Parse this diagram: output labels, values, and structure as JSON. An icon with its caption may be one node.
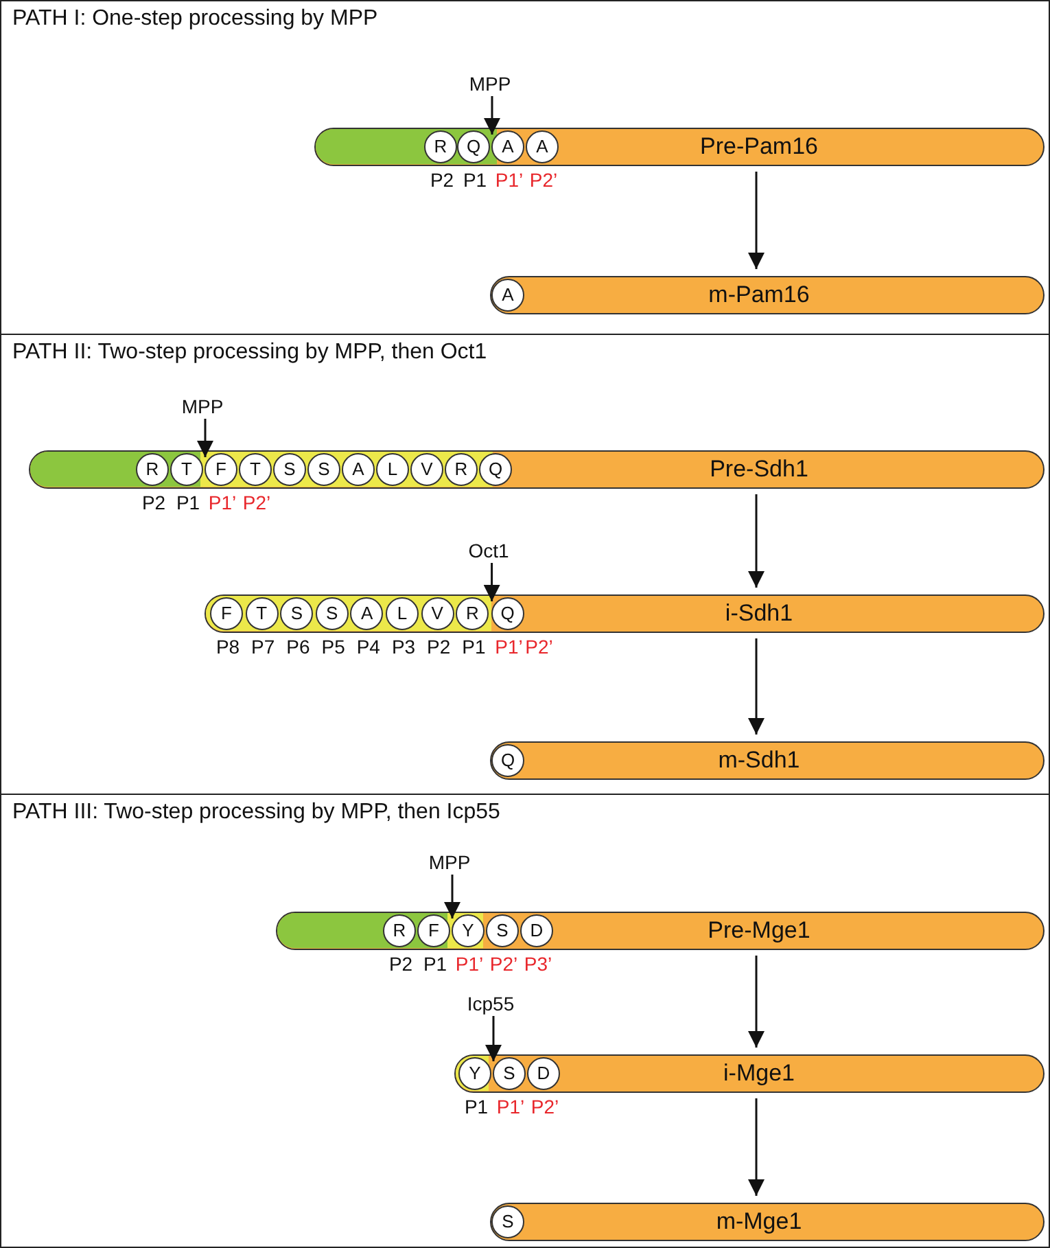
{
  "diagram": {
    "nodes": [
      {
        "text": [
          "PATH I: One-step processing by MPP"
        ]
      },
      {
        "text": [
          "MPP"
        ],
        "in": 0
      },
      {
        "text": [
          "Pre-Pam16"
        ],
        "in": 0
      },
      {
        "text": [
          "R"
        ],
        "in": 2,
        "beside": [
          "P2"
        ]
      },
      {
        "text": [
          "Q"
        ],
        "in": 2,
        "beside": [
          "P1"
        ]
      },
      {
        "text": [
          "A"
        ],
        "in": 2,
        "beside": [
          "P1’"
        ]
      },
      {
        "text": [
          "A"
        ],
        "in": 2,
        "beside": [
          "P2’"
        ]
      },
      {
        "text": [
          "m-Pam16"
        ],
        "in": 0
      },
      {
        "text": [
          "A"
        ],
        "in": 7
      },
      {
        "text": [
          "PATH II: Two-step processing by MPP, then Oct1"
        ]
      },
      {
        "text": [
          "MPP"
        ],
        "in": 9
      },
      {
        "text": [
          "Pre-Sdh1"
        ],
        "in": 9
      },
      {
        "text": [
          "R"
        ],
        "in": 11,
        "beside": [
          "P2"
        ]
      },
      {
        "text": [
          "T"
        ],
        "in": 11,
        "beside": [
          "P1"
        ]
      },
      {
        "text": [
          "F"
        ],
        "in": 11,
        "beside": [
          "P1’"
        ]
      },
      {
        "text": [
          "T"
        ],
        "in": 11,
        "beside": [
          "P2’"
        ]
      },
      {
        "text": [
          "S"
        ],
        "in": 11
      },
      {
        "text": [
          "S"
        ],
        "in": 11
      },
      {
        "text": [
          "A"
        ],
        "in": 11
      },
      {
        "text": [
          "L"
        ],
        "in": 11
      },
      {
        "text": [
          "V"
        ],
        "in": 11
      },
      {
        "text": [
          "R"
        ],
        "in": 11
      },
      {
        "text": [
          "Q"
        ],
        "in": 11
      },
      {
        "text": [
          "Oct1"
        ],
        "in": 9
      },
      {
        "text": [
          "i-Sdh1"
        ],
        "in": 9
      },
      {
        "text": [
          "F"
        ],
        "in": 24,
        "beside": [
          "P8"
        ]
      },
      {
        "text": [
          "T"
        ],
        "in": 24,
        "beside": [
          "P7"
        ]
      },
      {
        "text": [
          "S"
        ],
        "in": 24,
        "beside": [
          "P6"
        ]
      },
      {
        "text": [
          "S"
        ],
        "in": 24,
        "beside": [
          "P5"
        ]
      },
      {
        "text": [
          "A"
        ],
        "in": 24,
        "beside": [
          "P4"
        ]
      },
      {
        "text": [
          "L"
        ],
        "in": 24,
        "beside": [
          "P3"
        ]
      },
      {
        "text": [
          "V"
        ],
        "in": 24,
        "beside": [
          "P2"
        ]
      },
      {
        "text": [
          "R"
        ],
        "in": 24,
        "beside": [
          "P1"
        ]
      },
      {
        "text": [
          "Q"
        ],
        "in": 24,
        "beside": [
          "P1’",
          "P2’"
        ]
      },
      {
        "text": [
          "m-Sdh1"
        ],
        "in": 9
      },
      {
        "text": [
          "Q"
        ],
        "in": 34
      },
      {
        "text": [
          "PATH III: Two-step processing by MPP, then Icp55"
        ]
      },
      {
        "text": [
          "MPP"
        ],
        "in": 36
      },
      {
        "text": [
          "Pre-Mge1"
        ],
        "in": 36
      },
      {
        "text": [
          "R"
        ],
        "in": 38,
        "beside": [
          "P2"
        ]
      },
      {
        "text": [
          "F"
        ],
        "in": 38,
        "beside": [
          "P1"
        ]
      },
      {
        "text": [
          "Y"
        ],
        "in": 38,
        "beside": [
          "P1’"
        ]
      },
      {
        "text": [
          "S"
        ],
        "in": 38,
        "beside": [
          "P2’"
        ]
      },
      {
        "text": [
          "D"
        ],
        "in": 38,
        "beside": [
          "P3’"
        ]
      },
      {
        "text": [
          "Icp55"
        ],
        "in": 36
      },
      {
        "text": [
          "i-Mge1"
        ],
        "in": 36
      },
      {
        "text": [
          "Y"
        ],
        "in": 45,
        "beside": [
          "P1"
        ]
      },
      {
        "text": [
          "S"
        ],
        "in": 45,
        "beside": [
          "P1’"
        ]
      },
      {
        "text": [
          "D"
        ],
        "in": 45,
        "beside": [
          "P2’"
        ]
      },
      {
        "text": [
          "m-Mge1"
        ],
        "in": 36
      },
      {
        "text": [
          "S"
        ],
        "in": 49
      }
    ],
    "edges": [
      {
        "from": 1,
        "to": 5,
        "arrow": "to"
      },
      {
        "from": 2,
        "to": 7,
        "arrow": "to"
      },
      {
        "from": 10,
        "to": 14,
        "arrow": "to"
      },
      {
        "from": 11,
        "to": 24,
        "arrow": "to"
      },
      {
        "from": 23,
        "to": 33,
        "arrow": "to"
      },
      {
        "from": 24,
        "to": 34,
        "arrow": "to"
      },
      {
        "from": 37,
        "to": 41,
        "arrow": "to"
      },
      {
        "from": 38,
        "to": 45,
        "arrow": "to"
      },
      {
        "from": 44,
        "to": 47,
        "arrow": "to"
      },
      {
        "from": 45,
        "to": 49,
        "arrow": "to"
      }
    ]
  }
}
